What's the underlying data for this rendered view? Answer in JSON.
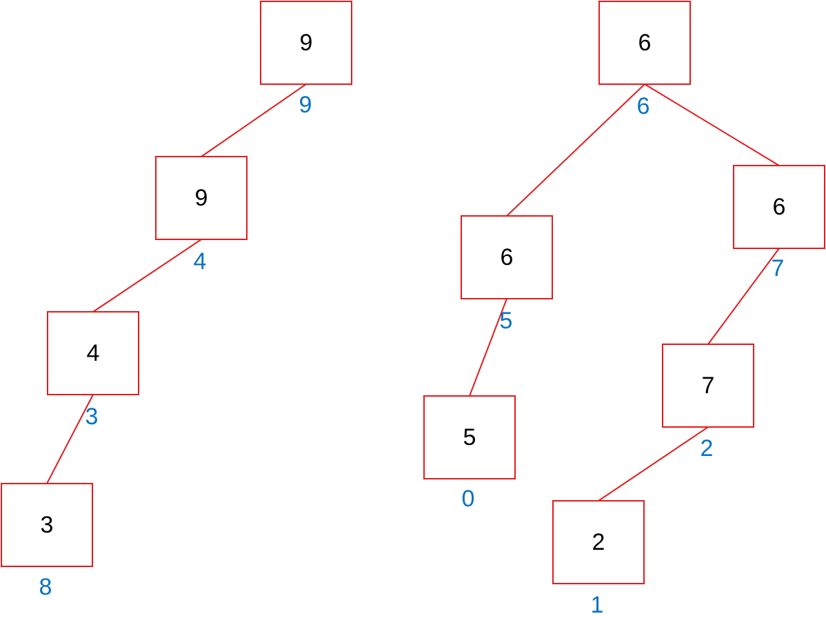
{
  "colors": {
    "box_border": "#e31a1c",
    "edge": "#e31a1c",
    "value_text": "#000000",
    "secondary_text": "#0a72c2"
  },
  "trees": [
    {
      "nodes": [
        {
          "id": "L1",
          "value": "9",
          "secondary": "9"
        },
        {
          "id": "L2",
          "value": "9",
          "secondary": "4"
        },
        {
          "id": "L3",
          "value": "4",
          "secondary": "3"
        },
        {
          "id": "L4",
          "value": "3",
          "secondary": "8"
        }
      ],
      "edges": [
        [
          "L1",
          "L2"
        ],
        [
          "L2",
          "L3"
        ],
        [
          "L3",
          "L4"
        ]
      ]
    },
    {
      "nodes": [
        {
          "id": "R1",
          "value": "6",
          "secondary": "6"
        },
        {
          "id": "R2",
          "value": "6",
          "secondary": "5"
        },
        {
          "id": "R3",
          "value": "6",
          "secondary": "7"
        },
        {
          "id": "R4",
          "value": "5",
          "secondary": "0"
        },
        {
          "id": "R5",
          "value": "7",
          "secondary": "2"
        },
        {
          "id": "R6",
          "value": "2",
          "secondary": "1"
        }
      ],
      "edges": [
        [
          "R1",
          "R2"
        ],
        [
          "R1",
          "R3"
        ],
        [
          "R2",
          "R4"
        ],
        [
          "R3",
          "R5"
        ],
        [
          "R5",
          "R6"
        ]
      ]
    }
  ]
}
